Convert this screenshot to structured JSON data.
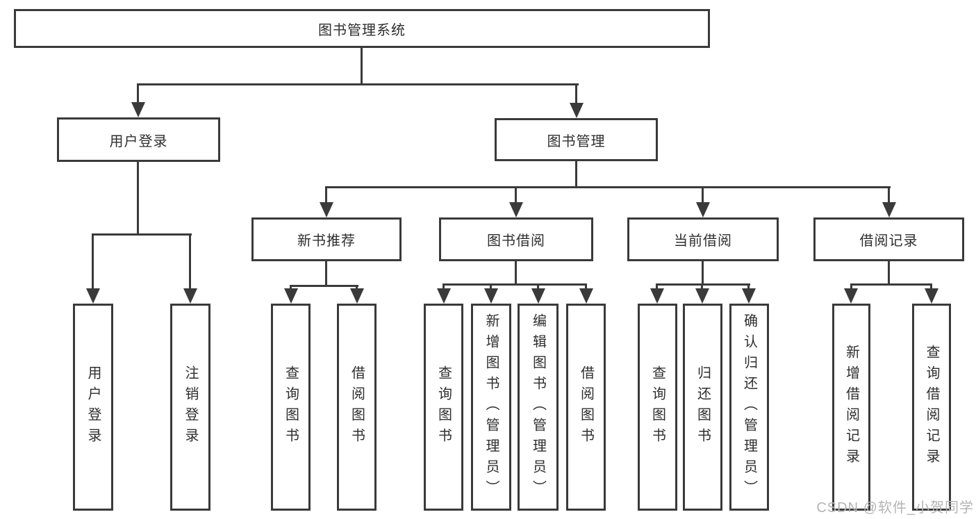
{
  "colors": {
    "line": "#3a3a3a",
    "text": "#2e2e2e",
    "watermark": "#b4b4b4",
    "box_background": "#ffffff"
  },
  "nodes": {
    "root": "图书管理系统",
    "user_login": "用户登录",
    "book_mgmt": "图书管理",
    "new_book": "新书推荐",
    "book_borrow": "图书借阅",
    "current_borrow": "当前借阅",
    "borrow_record": "借阅记录",
    "leaves": {
      "user_login": [
        "用户登录",
        "注销登录"
      ],
      "new_book": [
        "查询图书",
        "借阅图书"
      ],
      "book_borrow": [
        "查询图书",
        "新增图书（管理员）",
        "编辑图书（管理员）",
        "借阅图书"
      ],
      "current_borrow": [
        "查询图书",
        "归还图书",
        "确认归还（管理员）"
      ],
      "borrow_record": [
        "新增借阅记录",
        "查询借阅记录"
      ]
    }
  },
  "watermark": "CSDN @软件_小贺同学"
}
